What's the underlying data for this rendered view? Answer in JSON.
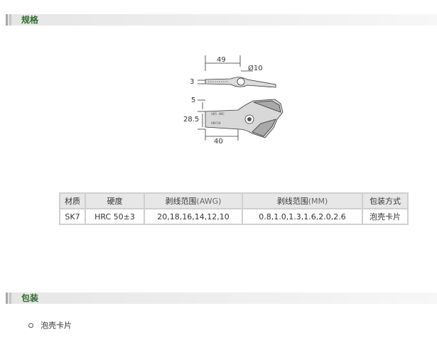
{
  "sections": {
    "spec_title": "规格",
    "pack_title": "包装"
  },
  "diagram": {
    "dim_top_width": "49",
    "dim_diameter": "Ø10",
    "dim_thickness": "3",
    "dim_gap": "5",
    "dim_height": "28.5",
    "dim_bottom_width": "40",
    "blade_text_top": "SK5 HRC",
    "blade_text_bottom": "HRC50"
  },
  "table": {
    "headers": [
      "材质",
      "硬度",
      "剥线范围",
      "(AWG)",
      "剥线范围",
      "(MM)",
      "包装方式"
    ],
    "row": [
      "SK7",
      "HRC 50±3",
      "20,18,16,14,12,10",
      "0.8,1.0,1.3,1.6,2.0,2.6",
      "泡壳卡片"
    ]
  },
  "packaging": {
    "items": [
      "泡壳卡片"
    ]
  }
}
